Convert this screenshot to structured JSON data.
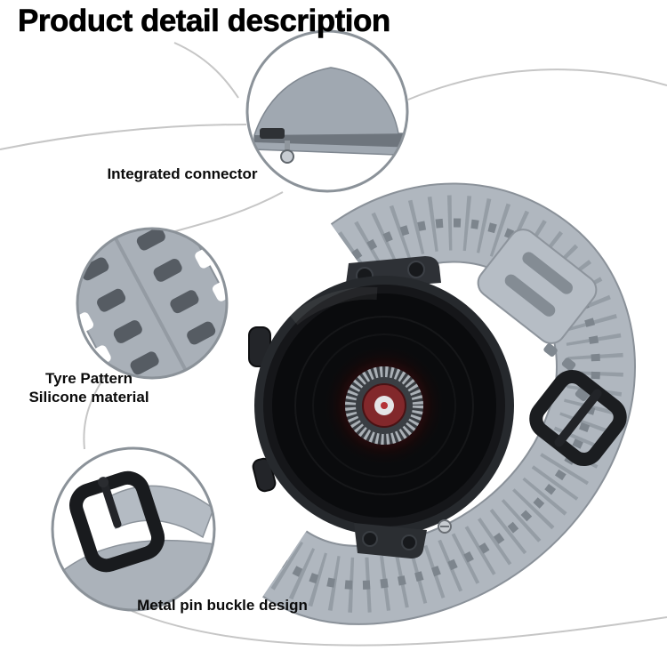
{
  "title": "Product detail description",
  "callouts": {
    "connector": {
      "label": "Integrated connector"
    },
    "tyre": {
      "line1": "Tyre Pattern",
      "line2": "Silicone material"
    },
    "buckle": {
      "label": "Metal pin buckle design"
    }
  },
  "product": {
    "item": "smartwatch with silicone tyre-pattern strap",
    "strap_color": "#b0b7bf",
    "buckle_color": "#1b1d20",
    "dial_accent_color": "#8c2326"
  },
  "decor": {
    "line_color": "#c6c6c6",
    "circle_stroke_color": "#8b9299"
  }
}
